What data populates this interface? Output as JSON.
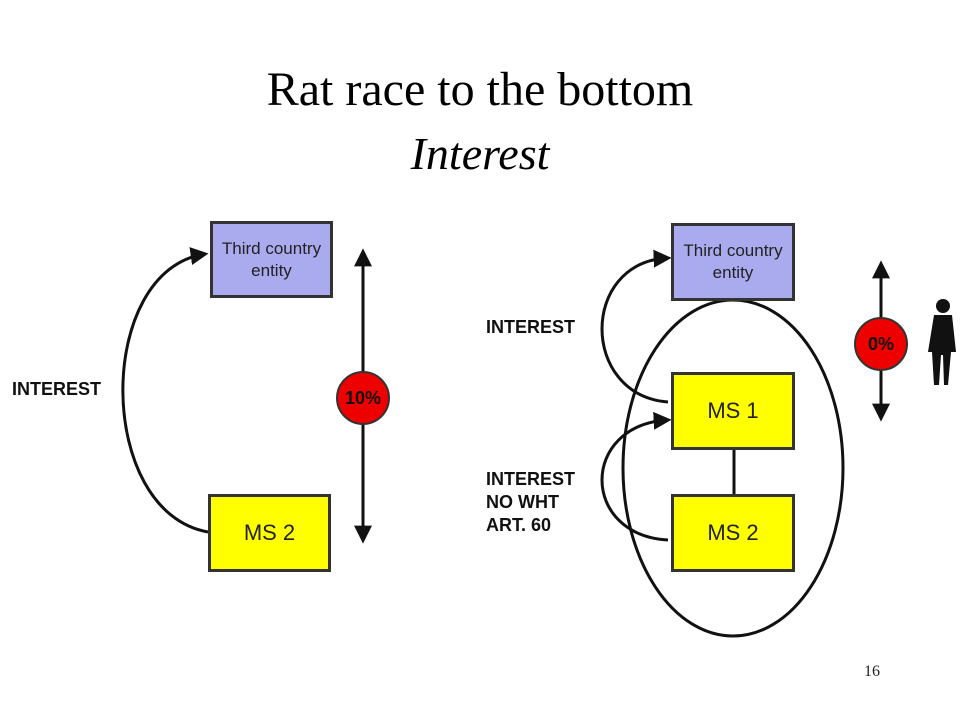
{
  "slide": {
    "title": "Rat race to the bottom",
    "subtitle": "Interest",
    "page_number": "16"
  },
  "left_diagram": {
    "top_box": "Third country entity",
    "bottom_box": "MS 2",
    "flow_label": "INTEREST",
    "rate": "10%"
  },
  "right_diagram": {
    "top_box": "Third country entity",
    "middle_box": "MS 1",
    "bottom_box": "MS 2",
    "flow_label_top": "INTEREST",
    "flow_label_bottom_line1": "INTEREST",
    "flow_label_bottom_line2": "NO WHT",
    "flow_label_bottom_line3": "ART. 60",
    "rate": "0%"
  },
  "colors": {
    "third_country_box": "#aaaaee",
    "ms_box": "#ffff00",
    "rate_circle": "#ee0000"
  },
  "icons": {
    "person": "businessman-silhouette-icon"
  }
}
